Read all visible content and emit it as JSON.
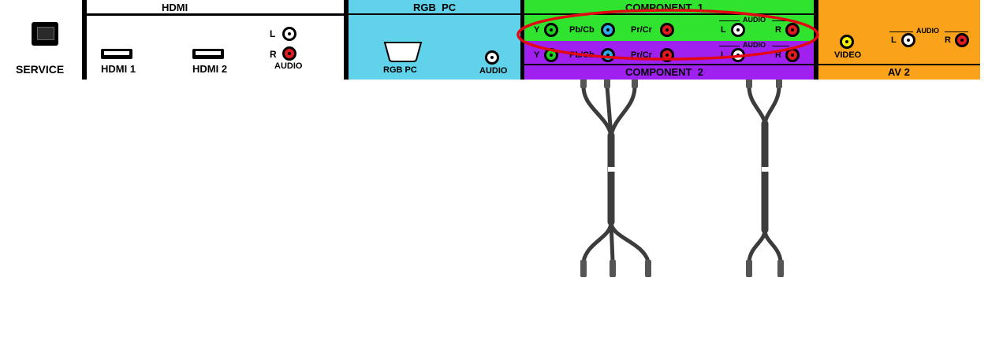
{
  "colors": {
    "rgb_pc": "#60d3ea",
    "component1": "#2fe32f",
    "component2": "#a020f0",
    "av2": "#f9a21a",
    "highlight": "#e30613",
    "jack_green": "#1fd11f",
    "jack_blue": "#2eaeea",
    "jack_red": "#e21a22",
    "jack_white": "#ffffff",
    "jack_yellow": "#f3f000"
  },
  "device": {
    "icon": "dvd-player-icon"
  },
  "cables": [
    {
      "icon": "component-video-cable-icon"
    },
    {
      "icon": "stereo-audio-cable-icon"
    }
  ],
  "panel": {
    "service": {
      "label": "SERVICE",
      "icon": "service-port-icon"
    },
    "hdmi": {
      "header": "HDMI",
      "port1_label": "HDMI 1",
      "port2_label": "HDMI 2",
      "left_label": "L",
      "right_label": "R",
      "audio_label": "AUDIO"
    },
    "rgb_pc": {
      "header": "RGB  PC",
      "port_label": "RGB PC",
      "audio_label": "AUDIO"
    },
    "component1": {
      "header": "COMPONENT  1",
      "y_label": "Y",
      "pb_label": "Pb/Cb",
      "pr_label": "Pr/Cr",
      "left_label": "L",
      "audio_label": "AUDIO",
      "right_label": "R"
    },
    "component2": {
      "footer": "COMPONENT  2",
      "y_label": "Y",
      "pb_label": "Pb/Cb",
      "pr_label": "Pr/Cr",
      "left_label": "L",
      "audio_label": "AUDIO",
      "right_label": "R"
    },
    "av2": {
      "footer": "AV 2",
      "video_label": "VIDEO",
      "left_label": "L",
      "audio_label": "AUDIO",
      "right_label": "R"
    }
  }
}
